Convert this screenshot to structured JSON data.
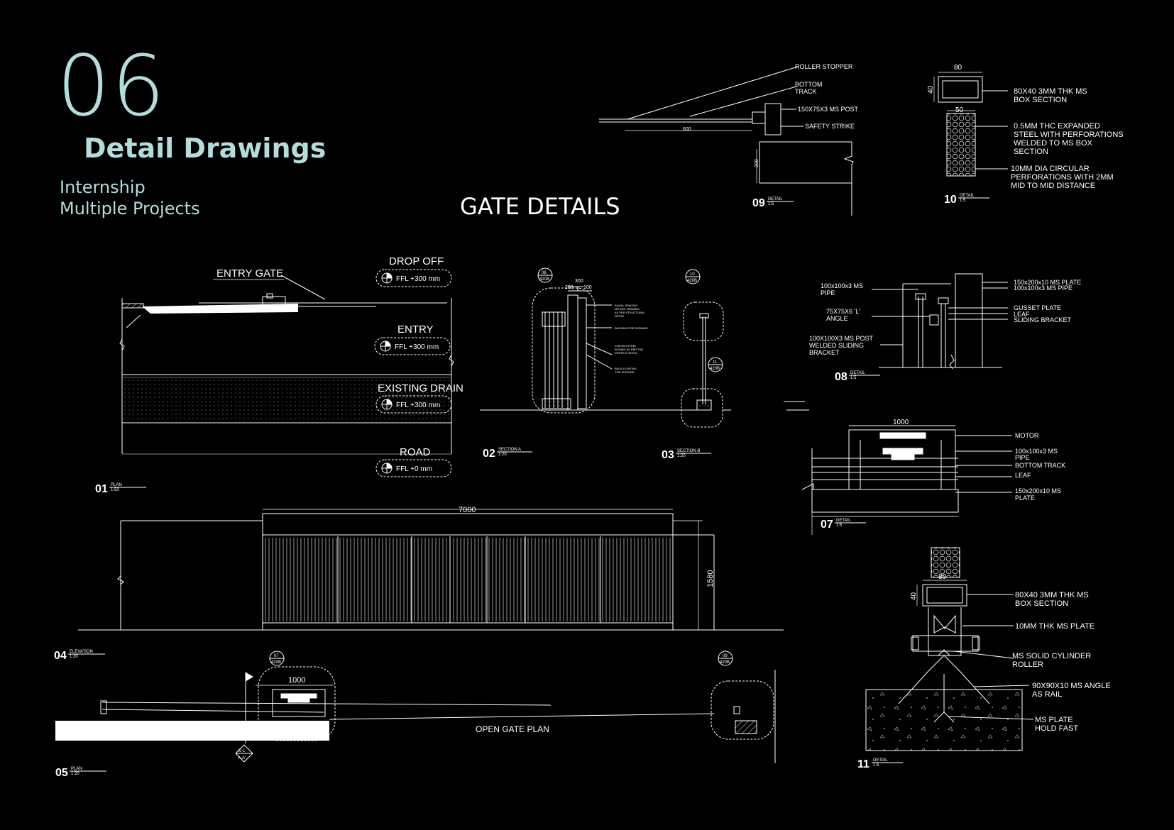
{
  "header": {
    "section_number": "06",
    "section_title": "Detail Drawings",
    "subtitle_line1": "Internship",
    "subtitle_line2": "Multiple Projects",
    "sheet_title": "GATE DETAILS"
  },
  "colors": {
    "background": "#000000",
    "accent": "#b5dcdc",
    "line": "#ffffff"
  },
  "plan01": {
    "labels": {
      "entry_gate": "ENTRY GATE",
      "drop_off": "DROP OFF",
      "entry": "ENTRY",
      "existing_drain": "EXISTING DRAIN",
      "road": "ROAD"
    },
    "levels": {
      "drop_off": "FFL +300 mm",
      "entry": "FFL +300 mm",
      "existing_drain": "FFL +300 mm",
      "road": "FFL +0 mm"
    },
    "tag": {
      "number": "01",
      "name": "PLAN",
      "scale": "1:50"
    }
  },
  "section02": {
    "tag": {
      "number": "02",
      "name": "SECTION A",
      "scale": "1:20"
    },
    "bubble": {
      "top": "06",
      "bottom": "420B"
    },
    "dims": [
      "300",
      "200",
      "100"
    ],
    "notes": [
      "EQUAL SPACING",
      "MS BOX FRAMING",
      "AS PER STRUCTURAL",
      "DETAIL",
      "BACKING FOR SIGNAGE",
      "CORTEN STEEL",
      "BOXING AS PER THE",
      "PROFILE DETAIL",
      "BACK LIGHTING",
      "FOR SIGNAGE"
    ]
  },
  "section03": {
    "tag": {
      "number": "03",
      "name": "SECTION B",
      "scale": "1:20"
    },
    "bubble_top": {
      "top": "10",
      "bottom": "420B"
    },
    "bubble_bottom": {
      "top": "11",
      "bottom": "420B"
    }
  },
  "elevation04": {
    "tag": {
      "number": "04",
      "name": "ELEVATION",
      "scale": "1:20"
    },
    "dim_width": "7000",
    "dim_height": "1580"
  },
  "plan05": {
    "tag": {
      "number": "05",
      "name": "PLAN",
      "scale": "1:20"
    },
    "label": "OPEN GATE PLAN",
    "dim": "1000",
    "bubble_a": {
      "top": "07",
      "bottom": "420B"
    },
    "bubble_b": {
      "top": "09",
      "bottom": "420B"
    },
    "section_marker": {
      "top": "S-1",
      "bottom": "A-A'"
    }
  },
  "detail09": {
    "tag": {
      "number": "09",
      "name": "DETAIL",
      "scale": "1:5"
    },
    "dims": [
      "600",
      "200"
    ],
    "notes": [
      "ROLLER STOPPER",
      "BOTTOM",
      "TRACK",
      "150X75X3 MS POST",
      "SAFETY STRIKE"
    ]
  },
  "detail10": {
    "tag": {
      "number": "10",
      "name": "DETAIL",
      "scale": "1:5"
    },
    "dims": [
      "80",
      "40",
      "50"
    ],
    "notes": [
      "80X40 3MM THK MS",
      "BOX SECTION",
      "0.5MM THC EXPANDED",
      "STEEL WITH PERFORATIONS",
      "WELDED TO MS BOX",
      "SECTION",
      "10MM DIA CIRCULAR",
      "PERFORATIONS WITH 2MM",
      "MID TO MID DISTANCE"
    ]
  },
  "detail08": {
    "tag": {
      "number": "08",
      "name": "DETAIL",
      "scale": "1:5"
    },
    "notes_left": [
      "100x100x3 MS",
      "PIPE",
      "75X75X6 'L'",
      "ANGLE",
      "100X100X3 MS POST",
      "WELDED SLIDING",
      "BRACKET"
    ],
    "notes_right": [
      "150x200x10 MS PLATE",
      "100x100x3 MS PIPE",
      "GUSSET PLATE",
      "LEAF",
      "SLIDING BRACKET"
    ]
  },
  "detail07": {
    "tag": {
      "number": "07",
      "name": "DETAIL",
      "scale": "1:5"
    },
    "dim": "1000",
    "notes": [
      "MOTOR",
      "100x100x3 MS",
      "PIPE",
      "BOTTOM TRACK",
      "LEAF",
      "150x200x10 MS",
      "PLATE"
    ]
  },
  "detail11": {
    "tag": {
      "number": "11",
      "name": "DETAIL",
      "scale": "1:5"
    },
    "dims": [
      "80",
      "40"
    ],
    "notes": [
      "80X40 3MM THK MS",
      "BOX SECTION",
      "10MM THK MS PLATE",
      "MS SOLID CYLINDER",
      "ROLLER",
      "90X90X10 MS ANGLE",
      "AS RAIL",
      "MS PLATE",
      "HOLD FAST"
    ]
  }
}
